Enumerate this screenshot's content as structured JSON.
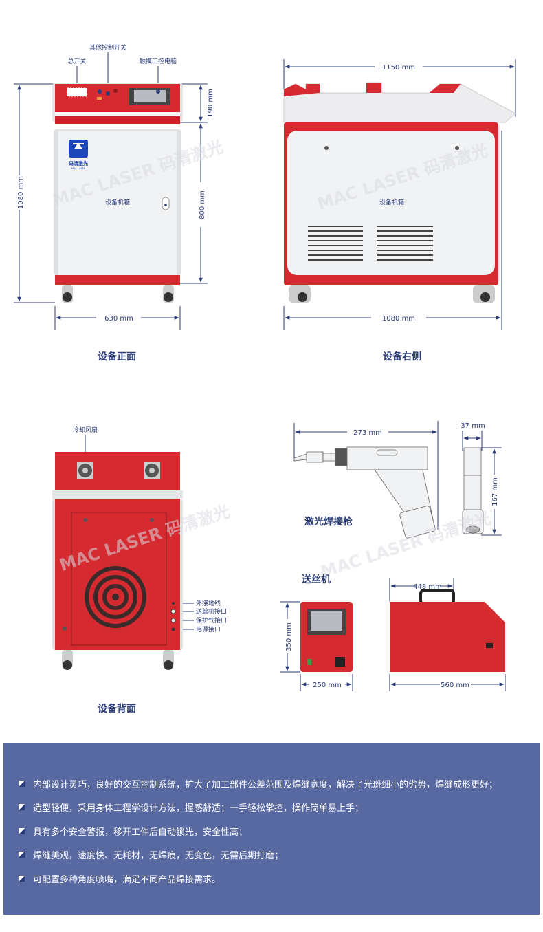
{
  "watermark": "MAC LASER 码清激光",
  "logo": {
    "name": "码清激光",
    "sub": "MAC LASER"
  },
  "colors": {
    "machine_red": "#d42a30",
    "navy": "#2c3e7a",
    "panel_blue": "#5868a0"
  },
  "front": {
    "labels": {
      "main_switch": "总开关",
      "other_switches": "其他控制开关",
      "touch_pc": "触摸工控电脑",
      "cabinet": "设备机箱"
    },
    "dims": {
      "height": "1080 mm",
      "top": "190 mm",
      "body": "800 mm",
      "width": "630 mm"
    },
    "caption": "设备正面"
  },
  "side": {
    "labels": {
      "cabinet": "设备机箱"
    },
    "dims": {
      "length": "1150 mm",
      "base": "1080 mm"
    },
    "caption": "设备右侧"
  },
  "back": {
    "labels": {
      "fan": "冷却风扇",
      "ports": [
        "外接地线",
        "送丝机接口",
        "保护气接口",
        "电源接口"
      ]
    },
    "caption": "设备背面"
  },
  "gun": {
    "dims": {
      "length": "273 mm",
      "width": "37 mm",
      "height": "167 mm"
    },
    "caption": "激光焊接枪"
  },
  "feeder": {
    "title": "送丝机",
    "dims": {
      "height": "350 mm",
      "width": "250 mm",
      "top": "448 mm",
      "length": "560 mm"
    }
  },
  "features": [
    "内部设计灵巧，良好的交互控制系统，扩大了加工部件公差范围及焊缝宽度，解决了光斑细小的劣势，焊缝成形更好；",
    "造型轻便，采用身体工程学设计方法，握感舒适；一手轻松掌控，操作简单易上手；",
    "具有多个安全警报，移开工件后自动锁光，安全性高；",
    "焊缝美观，速度快、无耗材，无焊痕，无变色，无需后期打磨；",
    "可配置多种角度喷嘴，满足不同产品焊接需求。"
  ]
}
